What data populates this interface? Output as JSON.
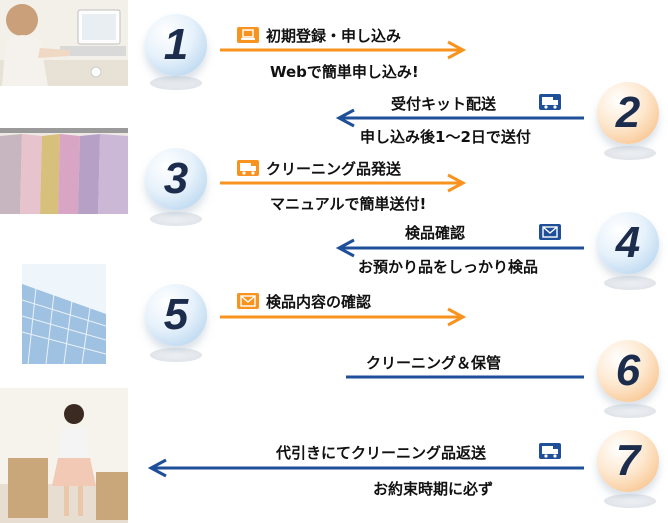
{
  "colors": {
    "orange": "#f7931e",
    "blue": "#1f4f99",
    "number": "#1c2c4c"
  },
  "steps": [
    {
      "number": "1",
      "title": "初期登録・申し込み",
      "subtitle": "Webで簡単申し込み!",
      "icon": "computer-icon"
    },
    {
      "number": "2",
      "title": "受付キット配送",
      "subtitle": "申し込み後1～2日で送付",
      "icon": "delivery-truck-icon"
    },
    {
      "number": "3",
      "title": "クリーニング品発送",
      "subtitle": "マニュアルで簡単送付!",
      "icon": "delivery-truck-icon"
    },
    {
      "number": "4",
      "title": "検品確認",
      "subtitle": "お預かり品をしっかり検品",
      "icon": "mail-icon"
    },
    {
      "number": "5",
      "title": "検品内容の確認",
      "icon": "mail-icon"
    },
    {
      "number": "6",
      "title": "クリーニング＆保管"
    },
    {
      "number": "7",
      "title": "代引きにてクリーニング品返送",
      "subtitle": "お約束時期に必ず",
      "icon": "delivery-truck-icon"
    }
  ]
}
